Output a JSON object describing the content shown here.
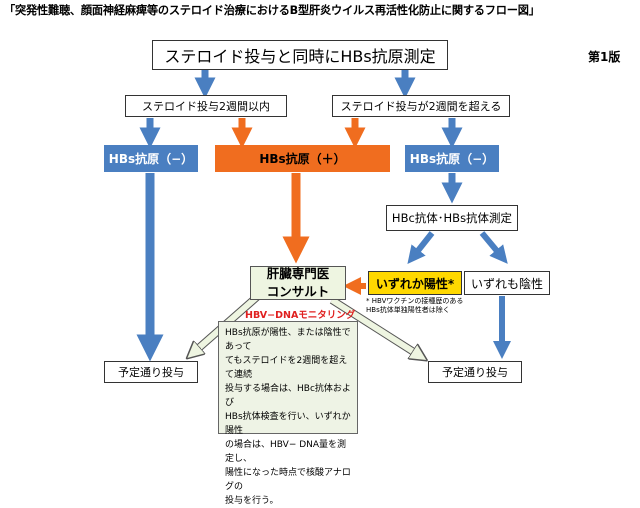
{
  "title": "「突発性難聴、顔面神経麻痺等のステロイド治療におけるB型肝炎ウイルス再活性化防止に関するフロー図」",
  "edition": "第1版",
  "nodes": {
    "start": "ステロイド投与と同時にHBs抗原測定",
    "within_2weeks": "ステロイド投与2週間以内",
    "over_2weeks": "ステロイド投与が2週間を超える",
    "hbs_negative_left": "HBs抗原（−）",
    "hbs_positive": "HBs抗原（＋）",
    "hbs_negative_right": "HBs抗原（−）",
    "hbc_test": "HBc抗体･HBs抗体測定",
    "either_positive": "いずれか陽性*",
    "both_negative": "いずれも陰性",
    "consult_line1": "肝臓専門医",
    "consult_line2": "コンサルト",
    "monitoring": "HBV−DNAモニタリング",
    "info": "HBs抗原が陽性、または陰性であって\nてもステロイドを2週間を超えて連続\n投与する場合は、HBc抗体および\nHBs抗体検査を行い、いずれか陽性\nの場合は、HBV− DNA量を測定し、\n陽性になった時点で核酸アナログの\n投与を行う。",
    "note": "* HBVワクチンの接種歴のある\nHBs抗体単独陽性者は除く",
    "scheduled_left": "予定通り投与",
    "scheduled_right": "予定通り投与"
  },
  "colors": {
    "blue": "#4a7fc1",
    "orange": "#f06d1f",
    "yellow": "#ffd800",
    "green_bg": "#eef5e1",
    "red_text": "#e0201f"
  }
}
